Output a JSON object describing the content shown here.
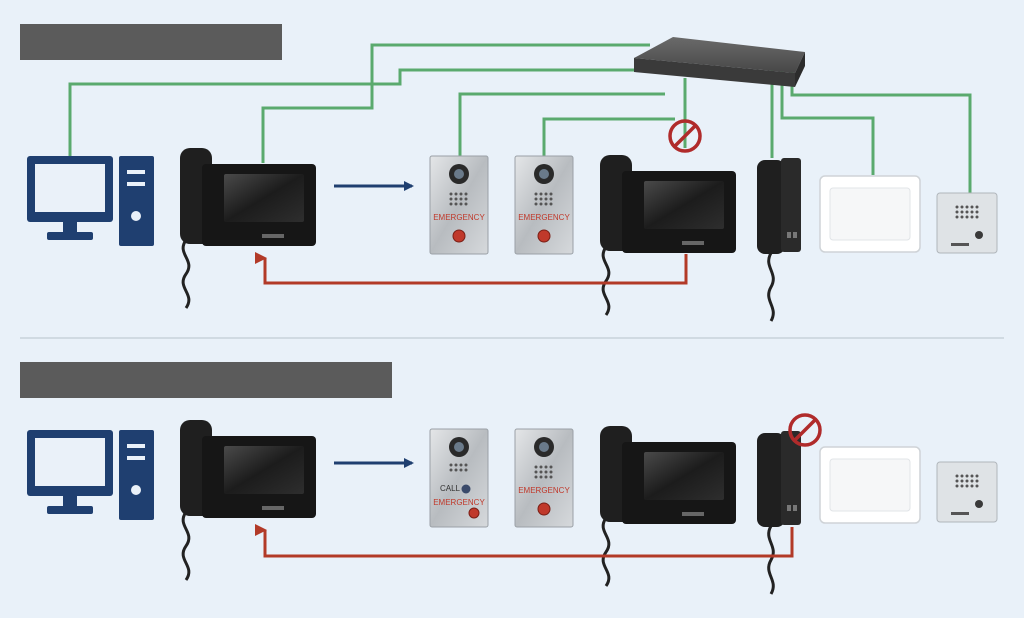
{
  "sections": [
    {
      "title": "",
      "devices": [
        "pc",
        "master-station",
        "door-station-emergency",
        "door-station-emergency",
        "master-station",
        "handset-station",
        "speaker-panel",
        "sub-station"
      ],
      "blocked_device_index": 4
    },
    {
      "title": "",
      "devices": [
        "pc",
        "master-station",
        "door-station-call-emergency",
        "door-station-emergency",
        "master-station",
        "handset-station",
        "speaker-panel",
        "sub-station"
      ],
      "blocked_device_index": 5
    }
  ],
  "labels": {
    "emergency": "EMERGENCY",
    "call": "CALL"
  },
  "colors": {
    "network_line": "#5aaa6e",
    "forward_arrow": "#1f3f70",
    "return_arrow": "#b23a28",
    "blocked_icon": "#b02b2b",
    "pc_icon": "#1f3f70",
    "title_bar": "#5b5b5b"
  }
}
